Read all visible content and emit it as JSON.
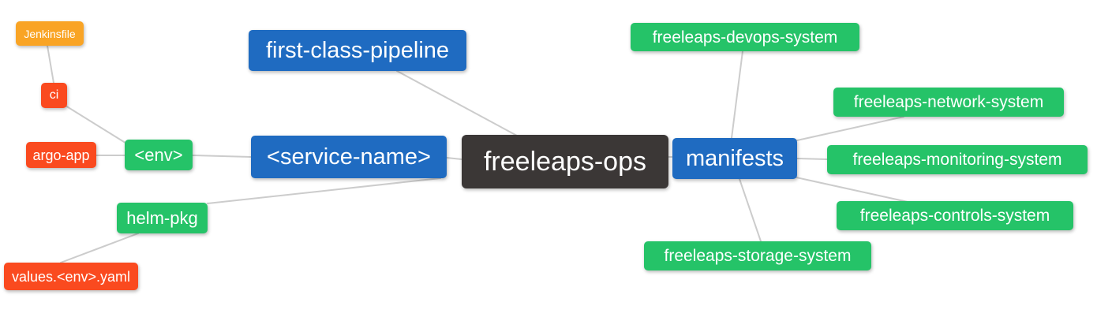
{
  "diagram": {
    "title": "freeleaps-ops repository structure mind map",
    "root": "freeleaps_ops",
    "colors": {
      "blue": "#1f6bc1",
      "green": "#25c368",
      "red_orange": "#fa4a1f",
      "amber": "#f9a425",
      "dark": "#3b3736",
      "edge": "#cccccc",
      "text": "#ffffff",
      "background": "#ffffff"
    },
    "nodes": {
      "freeleaps_ops": {
        "label": "freeleaps-ops",
        "color": "#3b3736"
      },
      "first_class_pipeline": {
        "label": "first-class-pipeline",
        "color": "#1f6bc1"
      },
      "service_name": {
        "label": "<service-name>",
        "color": "#1f6bc1"
      },
      "manifests": {
        "label": "manifests",
        "color": "#1f6bc1"
      },
      "env": {
        "label": "<env>",
        "color": "#25c368"
      },
      "helm_pkg": {
        "label": "helm-pkg",
        "color": "#25c368"
      },
      "ci": {
        "label": "ci",
        "color": "#fa4a1f"
      },
      "argo_app": {
        "label": "argo-app",
        "color": "#fa4a1f"
      },
      "values_env_yaml": {
        "label": "values.<env>.yaml",
        "color": "#fa4a1f"
      },
      "jenkinsfile": {
        "label": "Jenkinsfile",
        "color": "#f9a425"
      },
      "devops_system": {
        "label": "freeleaps-devops-system",
        "color": "#25c368"
      },
      "network_system": {
        "label": "freeleaps-network-system",
        "color": "#25c368"
      },
      "monitoring_system": {
        "label": "freeleaps-monitoring-system",
        "color": "#25c368"
      },
      "controls_system": {
        "label": "freeleaps-controls-system",
        "color": "#25c368"
      },
      "storage_system": {
        "label": "freeleaps-storage-system",
        "color": "#25c368"
      }
    },
    "edges": [
      [
        "jenkinsfile",
        "ci"
      ],
      [
        "ci",
        "env"
      ],
      [
        "argo_app",
        "env"
      ],
      [
        "env",
        "service_name"
      ],
      [
        "helm_pkg",
        "service_name"
      ],
      [
        "values_env_yaml",
        "helm_pkg"
      ],
      [
        "first_class_pipeline",
        "freeleaps_ops"
      ],
      [
        "service_name",
        "freeleaps_ops"
      ],
      [
        "freeleaps_ops",
        "manifests"
      ],
      [
        "manifests",
        "devops_system"
      ],
      [
        "manifests",
        "network_system"
      ],
      [
        "manifests",
        "monitoring_system"
      ],
      [
        "manifests",
        "controls_system"
      ],
      [
        "manifests",
        "storage_system"
      ]
    ]
  }
}
